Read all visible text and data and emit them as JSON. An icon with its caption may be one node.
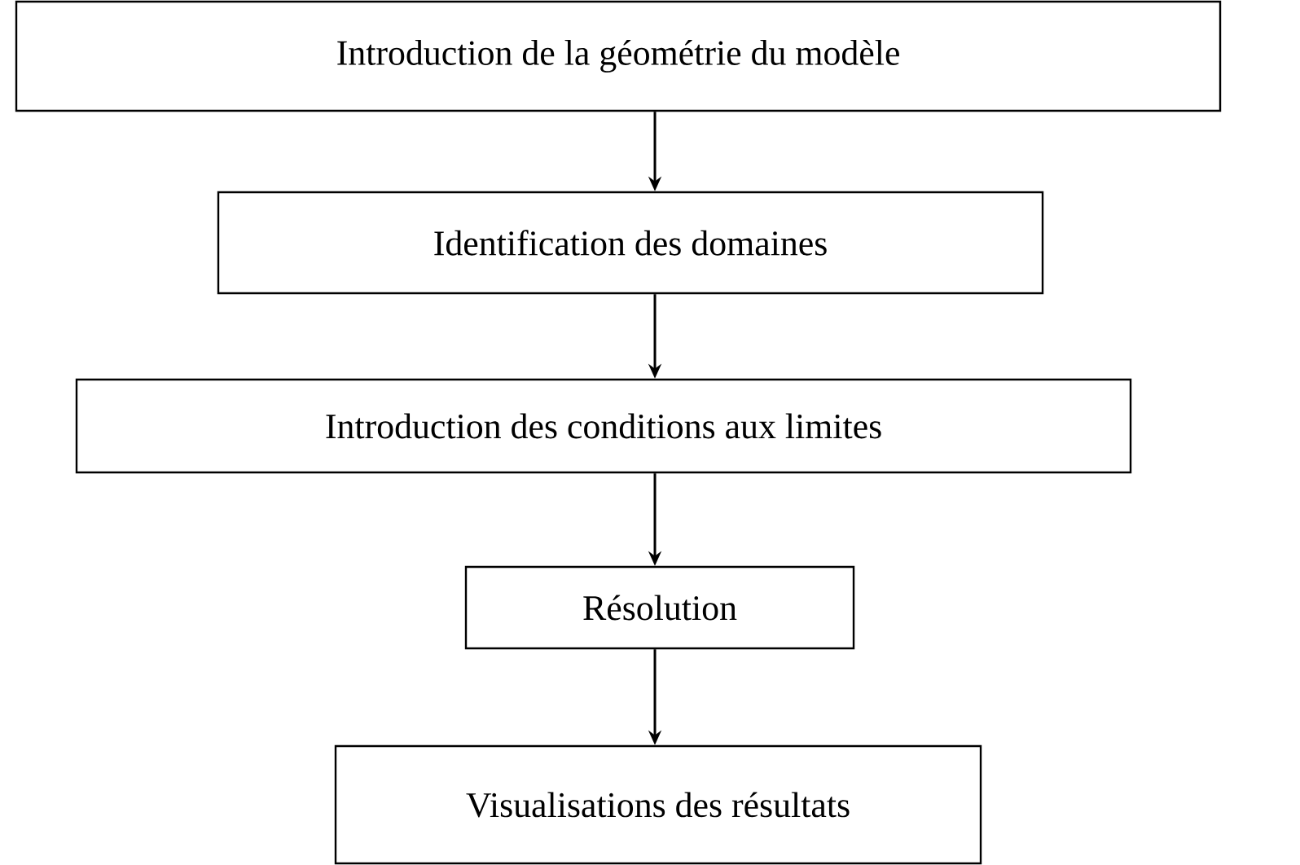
{
  "diagram": {
    "nodes": [
      {
        "text": [
          "Introduction de la géométrie du modèle"
        ]
      },
      {
        "text": [
          "Identification des domaines"
        ]
      },
      {
        "text": [
          "Introduction des conditions aux limites"
        ]
      },
      {
        "text": [
          "Résolution"
        ]
      },
      {
        "text": [
          "Visualisations des résultats"
        ]
      }
    ],
    "edges": [
      {
        "from": 0,
        "to": 1,
        "arrow": "to"
      },
      {
        "from": 1,
        "to": 2,
        "arrow": "to"
      },
      {
        "from": 2,
        "to": 3,
        "arrow": "to"
      },
      {
        "from": 3,
        "to": 4,
        "arrow": "to"
      }
    ]
  }
}
